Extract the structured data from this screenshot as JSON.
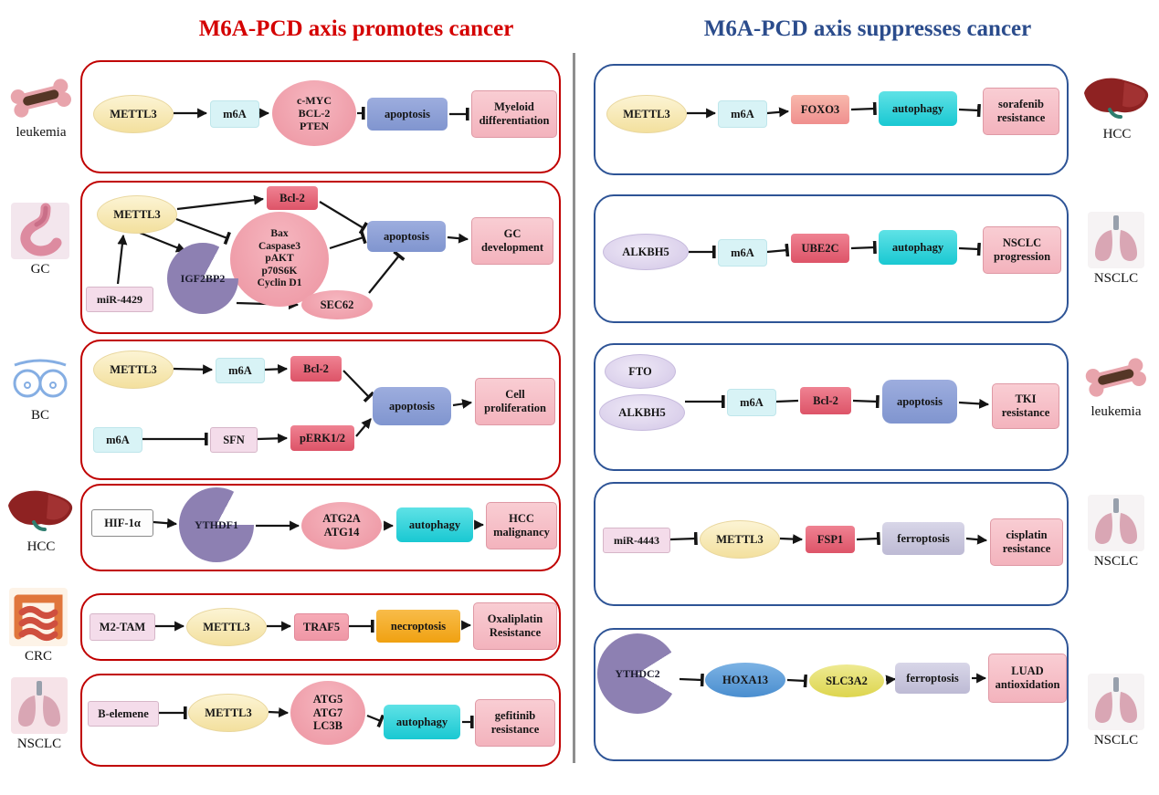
{
  "titles": {
    "left": "M6A-PCD axis promotes cancer",
    "right": "M6A-PCD axis suppresses cancer"
  },
  "colors": {
    "promote": "#d40000",
    "suppress": "#2b4c8c",
    "frame_red": "#c00000",
    "frame_blue": "#2e5496",
    "apoptosis_fill": "#8c9fd6",
    "autophagy_fill": "#19c8d2",
    "necroptosis_fill": "#f0a111",
    "ferroptosis_fill": "#bdbad4"
  },
  "left": {
    "row1": {
      "organ_label": "leukemia",
      "mettl3": "METTL3",
      "m6a": "m6A",
      "targets": "c-MYC\nBCL-2\nPTEN",
      "apoptosis": "apoptosis",
      "outcome": "Myeloid\ndifferentiation"
    },
    "row2": {
      "organ_label": "GC",
      "mettl3": "METTL3",
      "bcl2": "Bcl-2",
      "effectors": "Bax\nCaspase3\npAKT\np70S6K\nCyclin D1",
      "mir": "miR-4429",
      "igf2bp2": "IGF2BP2",
      "sec62": "SEC62",
      "apoptosis": "apoptosis",
      "outcome": "GC\ndevelopment"
    },
    "row3": {
      "organ_label": "BC",
      "mettl3": "METTL3",
      "m6a_top": "m6A",
      "bcl2": "Bcl-2",
      "m6a_bottom": "m6A",
      "sfn": "SFN",
      "perk": "pERK1/2",
      "apoptosis": "apoptosis",
      "outcome": "Cell\nproliferation"
    },
    "row4": {
      "organ_label": "HCC",
      "hif1a": "HIF-1α",
      "ythdf1": "YTHDF1",
      "atgs": "ATG2A\nATG14",
      "autophagy": "autophagy",
      "outcome": "HCC\nmalignancy"
    },
    "row5": {
      "organ_label": "CRC",
      "m2tam": "M2-TAM",
      "mettl3": "METTL3",
      "traf5": "TRAF5",
      "necroptosis": "necroptosis",
      "outcome": "Oxaliplatin\nResistance"
    },
    "row6": {
      "organ_label": "NSCLC",
      "belemene": "B-elemene",
      "mettl3": "METTL3",
      "atgs": "ATG5\nATG7\nLC3B",
      "autophagy": "autophagy",
      "outcome": "gefitinib\nresistance"
    }
  },
  "right": {
    "row1": {
      "organ_label": "HCC",
      "mettl3": "METTL3",
      "m6a": "m6A",
      "foxo3": "FOXO3",
      "autophagy": "autophagy",
      "outcome": "sorafenib\nresistance"
    },
    "row2": {
      "organ_label": "NSCLC",
      "alkbh5": "ALKBH5",
      "m6a": "m6A",
      "ube2c": "UBE2C",
      "autophagy": "autophagy",
      "outcome": "NSCLC\nprogression"
    },
    "row3": {
      "organ_label": "leukemia",
      "fto": "FTO",
      "alkbh5": "ALKBH5",
      "m6a": "m6A",
      "bcl2": "Bcl-2",
      "apoptosis": "apoptosis",
      "outcome": "TKI\nresistance"
    },
    "row4": {
      "organ_label": "NSCLC",
      "mir": "miR-4443",
      "mettl3": "METTL3",
      "fsp1": "FSP1",
      "ferroptosis": "ferroptosis",
      "outcome": "cisplatin\nresistance"
    },
    "row5": {
      "organ_label": "NSCLC",
      "ythdc2": "YTHDC2",
      "hoxa13": "HOXA13",
      "slc3a2": "SLC3A2",
      "ferroptosis": "ferroptosis",
      "outcome": "LUAD\nantioxidation"
    }
  }
}
